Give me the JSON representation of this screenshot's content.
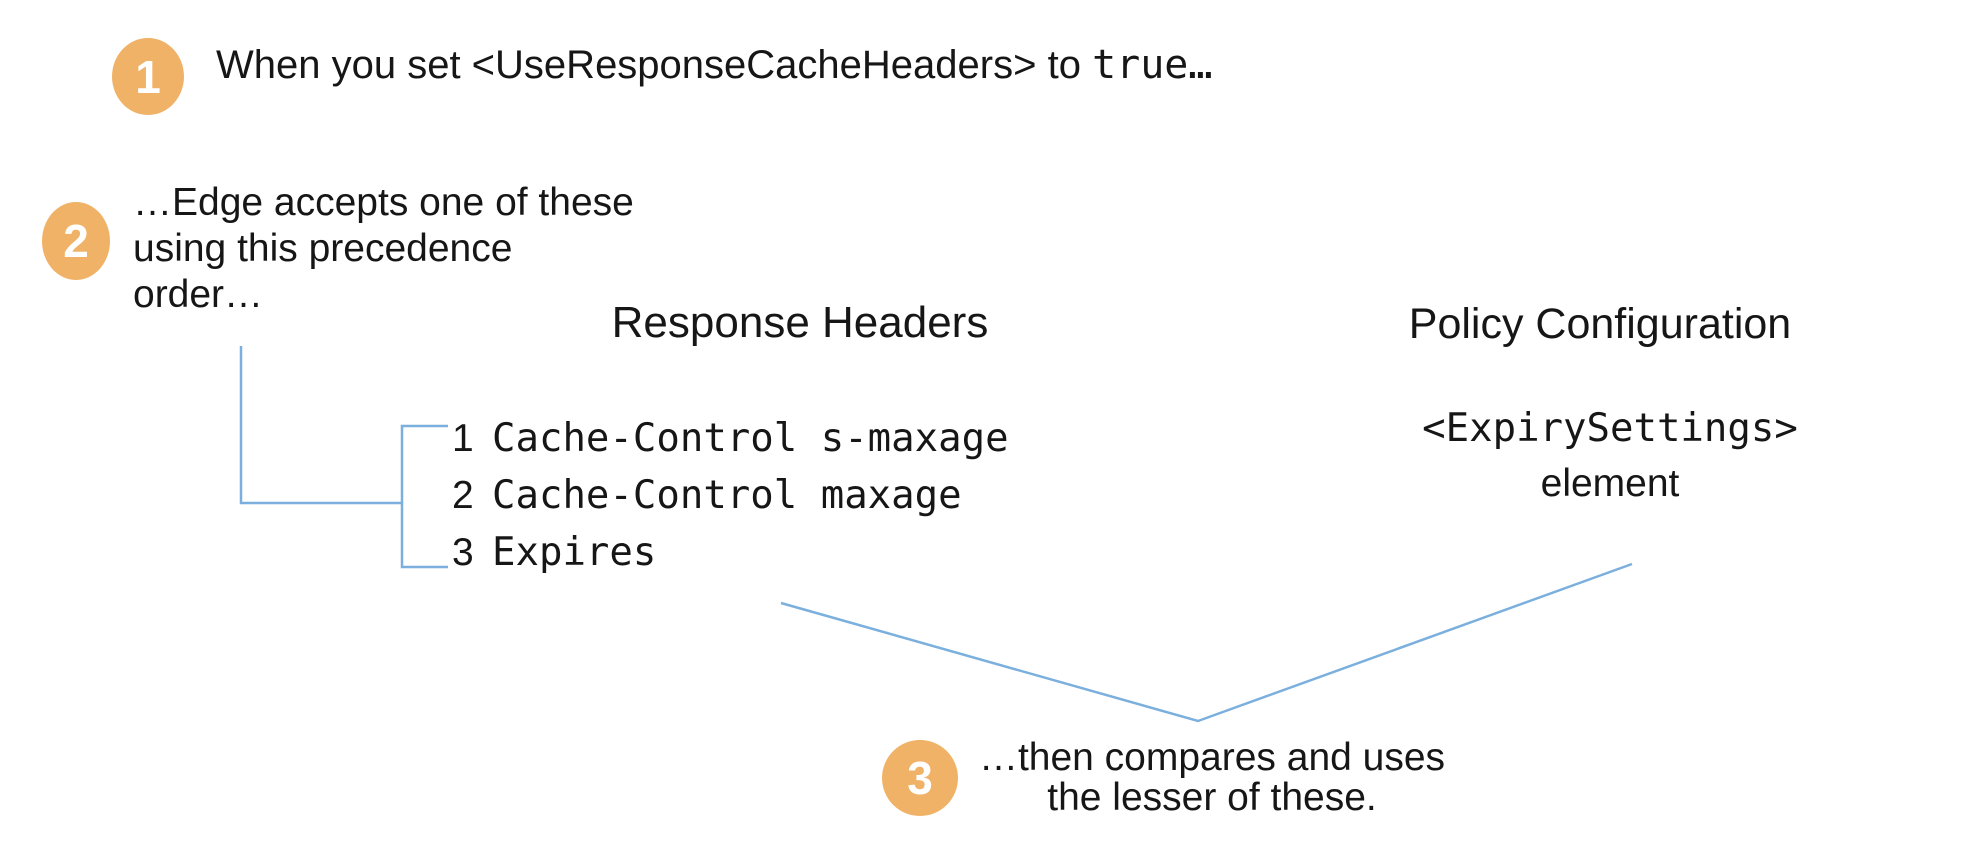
{
  "colors": {
    "accent_orange": "#F0B266",
    "line_blue": "#7BAFDD",
    "text_color": "#161616"
  },
  "step1": {
    "number": "1",
    "text": "When you set <UseResponseCacheHeaders> to ",
    "code": "true…"
  },
  "step2": {
    "number": "2",
    "line1": "…Edge accepts one of these",
    "line2": "using this precedence",
    "line3": "order…"
  },
  "step3": {
    "number": "3",
    "line1": "…then compares and uses",
    "line2": "the lesser of these."
  },
  "columns": {
    "response_headers": {
      "title": "Response Headers",
      "items": [
        {
          "num": "1",
          "label": "Cache-Control s-maxage"
        },
        {
          "num": "2",
          "label": "Cache-Control maxage"
        },
        {
          "num": "3",
          "label": "Expires"
        }
      ]
    },
    "policy_configuration": {
      "title": "Policy Configuration",
      "code": "<ExpirySettings>",
      "subtitle": "element"
    }
  }
}
